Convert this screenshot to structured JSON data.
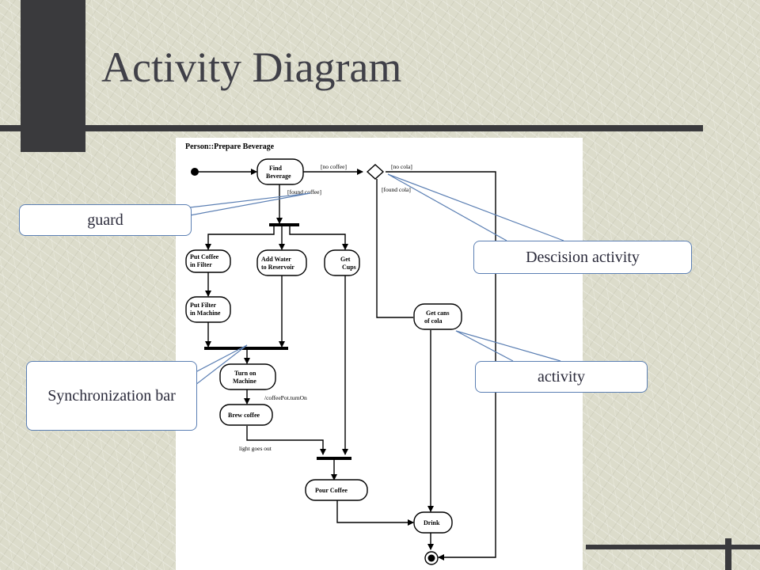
{
  "slide": {
    "title": "Activity Diagram"
  },
  "diagram": {
    "header": "Person::Prepare Beverage",
    "nodes": {
      "find_beverage": [
        "Find",
        "Beverage"
      ],
      "put_coffee": [
        "Put Coffee",
        "in Filter"
      ],
      "add_water": [
        "Add Water",
        "to Reservoir"
      ],
      "get_cups": [
        "Get",
        "Cups"
      ],
      "put_filter": [
        "Put Filter",
        "in Machine"
      ],
      "get_cans": [
        "Get cans",
        "of cola"
      ],
      "turn_on": [
        "Turn on",
        "Machine"
      ],
      "brew_coffee": [
        "Brew coffee"
      ],
      "pour_coffee": [
        "Pour Coffee"
      ],
      "drink": [
        "Drink"
      ]
    },
    "labels": {
      "no_coffee": "[no coffee]",
      "no_cola": "[no cola]",
      "found_coffee": "[found coffee]",
      "found_cola": "[found cola]",
      "coffeepot_turnon": "/coffeePot.turnOn",
      "light_goes_out": "light goes out"
    }
  },
  "callouts": {
    "guard": "guard",
    "decision": "Descision activity",
    "sync": "Synchronization bar",
    "activity": "activity"
  },
  "colors": {
    "callout_border": "#5b7fb3",
    "dark_accent": "#3a3a3d"
  }
}
